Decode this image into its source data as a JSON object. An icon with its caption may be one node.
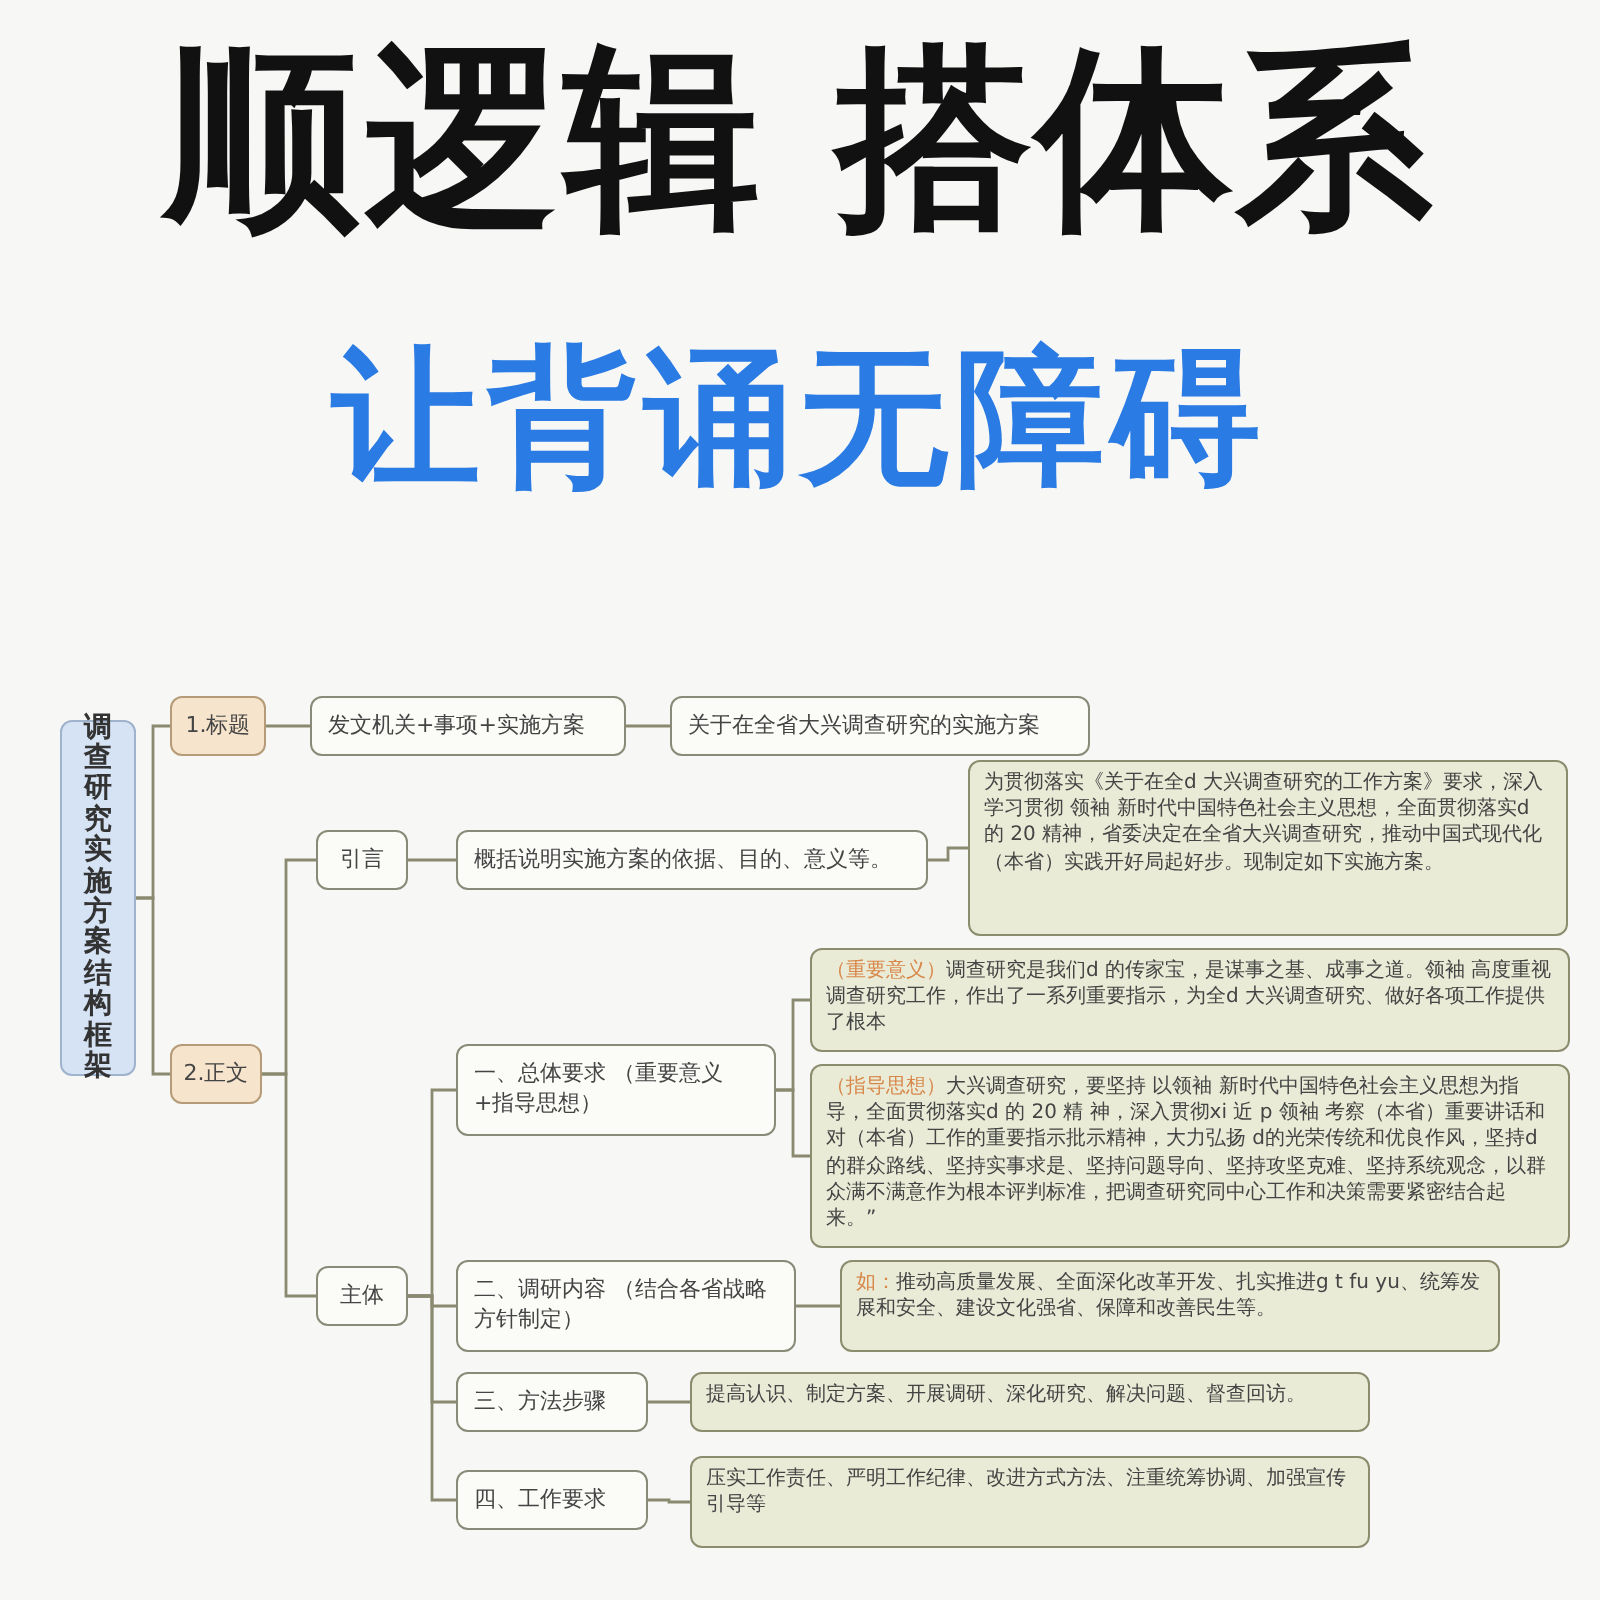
{
  "diagram": {
    "title": "顺逻辑 搭体系",
    "nodes": [
      {
        "text": [
          "调查研究实施方案结构框架"
        ]
      },
      {
        "text": [
          "1.标题"
        ]
      },
      {
        "text": [
          "发文机关+事项+实施方案"
        ]
      },
      {
        "text": [
          "关于在全省大兴调查研究的实施方案"
        ]
      },
      {
        "text": [
          "2.正文"
        ]
      },
      {
        "text": [
          "引言"
        ]
      },
      {
        "text": [
          "概括说明实施方案的依据、目的、意义等。"
        ]
      },
      {
        "text": [
          "为贯彻落实《关于在全d 大兴调查研究的工作方案》要求，深入学习贯彻 领袖 新时代中国特色社会主义思想，全面贯彻落实d 的 20 精神，省委决定在全省大兴调查研究，推动中国式现代化（本省）实践开好局起好步。现制定如下实施方案。"
        ]
      },
      {
        "text": [
          "主体"
        ]
      },
      {
        "text": [
          "一、总体要求 （重要意义+指导思想）"
        ]
      },
      {
        "text": [
          "（重要意义）",
          "调查研究是我们d 的传家宝，是谋事之基、成事之道。领袖 高度重视调查研究工作，作出了一系列重要指示，为全d 大兴调查研究、做好各项工作提供了根本"
        ]
      },
      {
        "text": [
          "（指导思想）",
          "大兴调查研究，要坚持 以领袖 新时代中国特色社会主义思想为指导，全面贯彻落实d 的 20 精 神，深入贯彻xi 近 p 领袖 考察（本省）重要讲话和对（本省）工作的重要指示批示精神，大力弘扬 d的光荣传统和优良作风，坚持d 的群众路线、坚持实事求是、坚持问题导向、坚持攻坚克难、坚持系统观念，以群众满不满意作为根本评判标准，把调查研究同中心工作和决策需要紧密结合起来。”"
        ]
      },
      {
        "text": [
          "二、调研内容 （结合各省战略方针制定）"
        ]
      },
      {
        "text": [
          "如：",
          "推动高质量发展、全面深化改革开发、扎实推进g t fu yu、统筹发展和安全、建设文化强省、保障和改善民生等。"
        ]
      },
      {
        "text": [
          "三、方法步骤"
        ]
      },
      {
        "text": [
          "提高认识、制定方案、开展调研、深化研究、解决问题、督查回访。"
        ]
      },
      {
        "text": [
          "四、工作要求"
        ]
      },
      {
        "text": [
          "压实工作责任、严明工作纪律、改进方式方法、注重统筹协调、加强宣传引导等"
        ]
      }
    ],
    "edges": [
      {
        "from": 0,
        "to": 1,
        "arrow": "none"
      },
      {
        "from": 0,
        "to": 4,
        "arrow": "none"
      },
      {
        "from": 1,
        "to": 2,
        "arrow": "none"
      },
      {
        "from": 2,
        "to": 3,
        "arrow": "none"
      },
      {
        "from": 4,
        "to": 5,
        "arrow": "none"
      },
      {
        "from": 4,
        "to": 8,
        "arrow": "none"
      },
      {
        "from": 5,
        "to": 6,
        "arrow": "none"
      },
      {
        "from": 6,
        "to": 7,
        "arrow": "none"
      },
      {
        "from": 8,
        "to": 9,
        "arrow": "none"
      },
      {
        "from": 8,
        "to": 12,
        "arrow": "none"
      },
      {
        "from": 8,
        "to": 14,
        "arrow": "none"
      },
      {
        "from": 8,
        "to": 16,
        "arrow": "none"
      },
      {
        "from": 9,
        "to": 10,
        "arrow": "none"
      },
      {
        "from": 9,
        "to": 11,
        "arrow": "none"
      },
      {
        "from": 12,
        "to": 13,
        "arrow": "none"
      },
      {
        "from": 14,
        "to": 15,
        "arrow": "none"
      },
      {
        "from": 16,
        "to": 17,
        "arrow": "none"
      }
    ],
    "labels": [
      "让背诵无障碍"
    ]
  }
}
